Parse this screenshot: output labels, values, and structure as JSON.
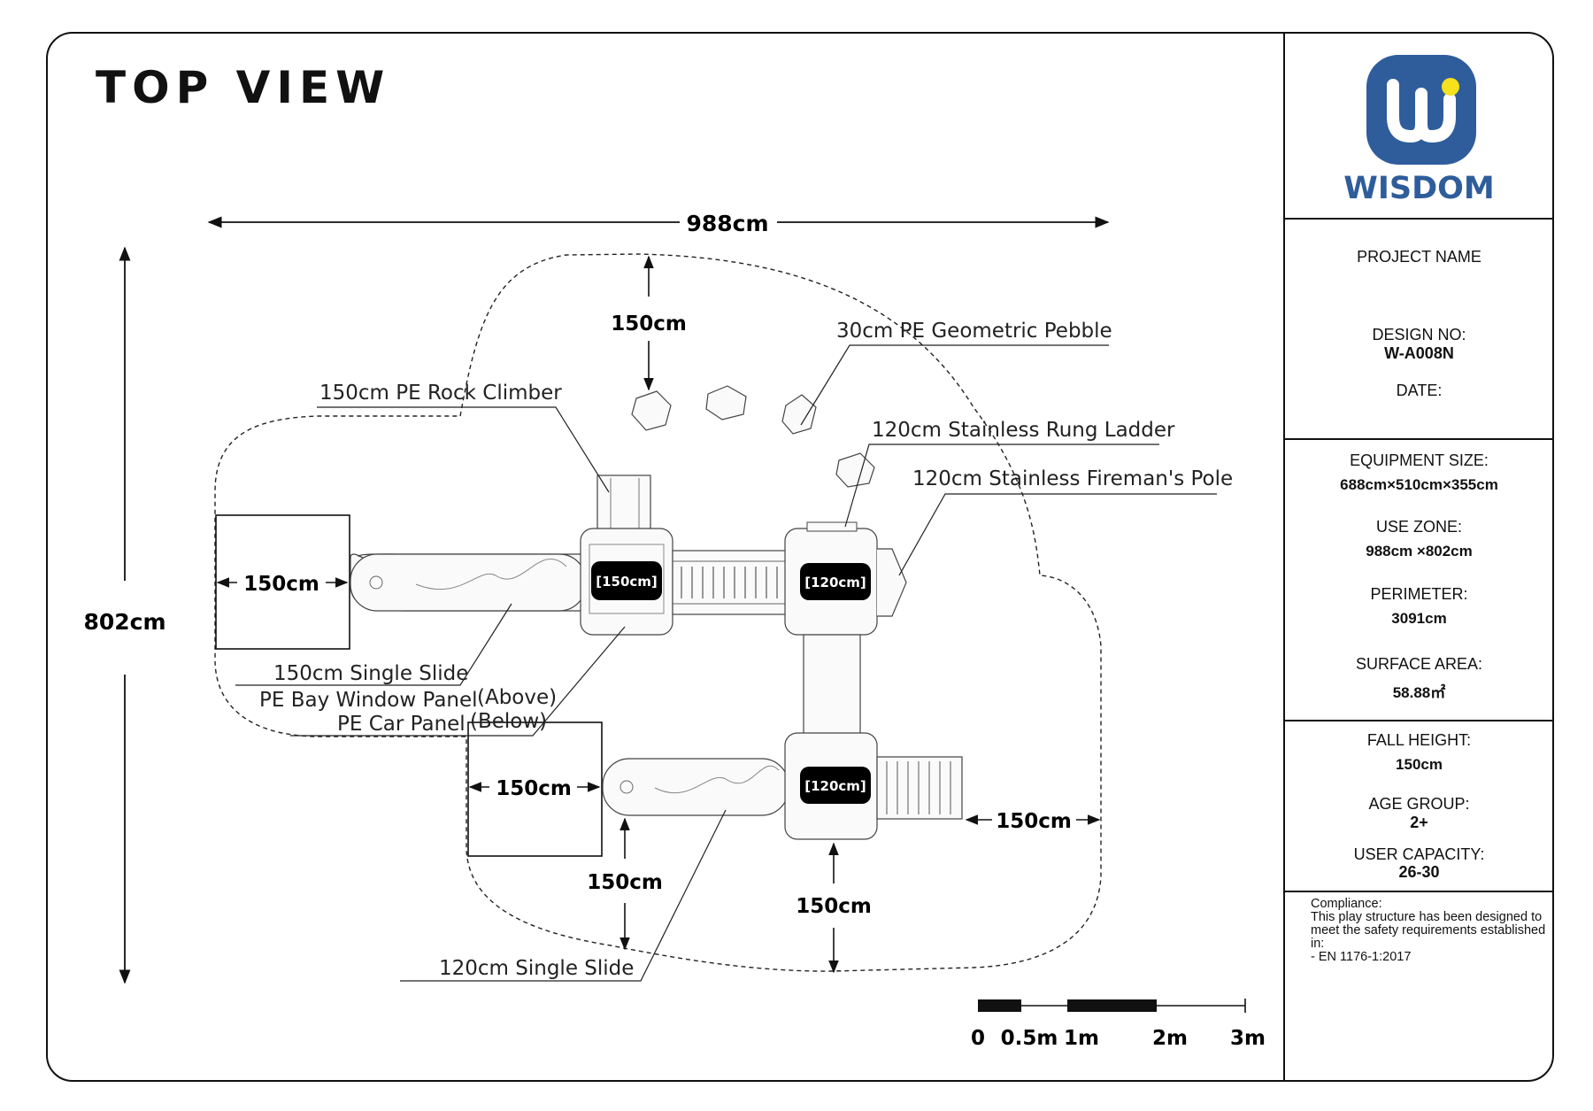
{
  "title": "TOP VIEW",
  "dimensions": {
    "overall_width": "988cm",
    "overall_depth": "802cm",
    "top_clearance": "150cm",
    "slide1_zone": "150cm",
    "slide2_zone": "150cm",
    "left_bottom": "150cm",
    "center_bottom": "150cm",
    "right_ladder": "150cm"
  },
  "platforms": [
    "[150cm]",
    "[120cm]",
    "[120cm]"
  ],
  "callouts": {
    "pebble": "30cm PE Geometric Pebble",
    "rock_climber": "150cm PE Rock Climber",
    "rung_ladder": "120cm Stainless Rung Ladder",
    "firemans_pole": "120cm Stainless Fireman's Pole",
    "single_slide_150": "150cm Single Slide",
    "bay_window": "PE Bay Window Panel",
    "above": "(Above)",
    "car_panel": "PE Car Panel",
    "below": "(Below)",
    "single_slide_120": "120cm Single Slide"
  },
  "scale_bar": [
    "0",
    "0.5m",
    "1m",
    "2m",
    "3m"
  ],
  "sidebar": {
    "brand": "WISDOM",
    "project_name_label": "PROJECT NAME",
    "design_no_label": "DESIGN NO:",
    "design_no": "W-A008N",
    "date_label": "DATE:",
    "equipment_size_label": "EQUIPMENT SIZE:",
    "equipment_size": "688cm×510cm×355cm",
    "use_zone_label": "USE ZONE:",
    "use_zone": "988cm ×802cm",
    "perimeter_label": "PERIMETER:",
    "perimeter": "3091cm",
    "surface_area_label": "SURFACE AREA:",
    "surface_area": "58.88㎡",
    "fall_height_label": "FALL HEIGHT:",
    "fall_height": "150cm",
    "age_group_label": "AGE GROUP:",
    "age_group": "2+",
    "user_capacity_label": "USER CAPACITY:",
    "user_capacity": "26-30",
    "compliance_label": "Compliance:",
    "compliance_text": "This play structure has been designed to meet the safety requirements established in:",
    "compliance_standard": "-    EN 1176-1:2017"
  },
  "colors": {
    "brand_blue": "#2f5d9b",
    "logo_dot": "#f5e11c",
    "line": "#111111"
  }
}
